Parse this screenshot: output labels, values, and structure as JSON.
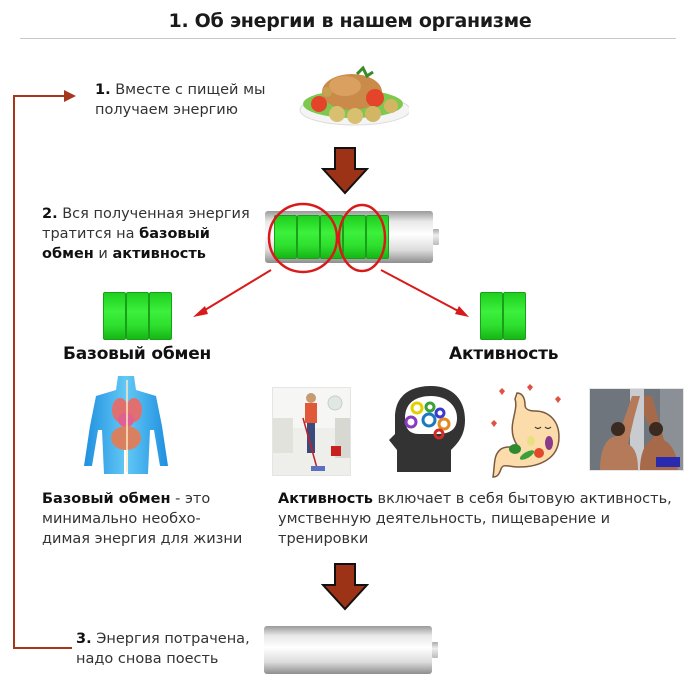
{
  "title": "1. Об энергии в нашем организме",
  "step1": {
    "number": "1.",
    "line1": " Вместе с пищей мы",
    "line2": "получаем энергию",
    "image": "food-plate-illustration"
  },
  "step2": {
    "number": "2.",
    "line1": " Вся полученная энергия",
    "line2_prefix": "тратится на ",
    "line2_bold": "базовый",
    "line3_bold1": "обмен",
    "line3_mid": " и ",
    "line3_bold2": "активность",
    "battery_cells_total": 5,
    "highlight_group_a_cells": 3,
    "highlight_group_b_cells": 2
  },
  "branches": {
    "basal": {
      "label": "Базовый обмен",
      "cells": 3,
      "image": "human-organs-illustration"
    },
    "activity": {
      "label": "Активность",
      "cells": 2,
      "images": [
        "woman-mopping-floor-photo",
        "brain-gears-icon",
        "happy-stomach-illustration",
        "athletes-training-photo"
      ]
    }
  },
  "descriptions": {
    "basal": {
      "bold": "Базовый обмен",
      "rest1": " - это",
      "line2": "минимально необхо-",
      "line3": "димая энергия для жизни"
    },
    "activity": {
      "bold": "Активность",
      "rest1": " включает в себя бытовую активность,",
      "line2": "умственную деятельность, пищеварение и",
      "line3": "тренировки"
    }
  },
  "step3": {
    "number": "3.",
    "line1": " Энергия потрачена,",
    "line2": "надо снова поесть",
    "battery_cells_total": 0
  },
  "colors": {
    "flow_arrow": "#9c3317",
    "loop_line": "#a5381b",
    "highlight_red": "#d91a1a",
    "cell_green": "#2fe02f"
  }
}
